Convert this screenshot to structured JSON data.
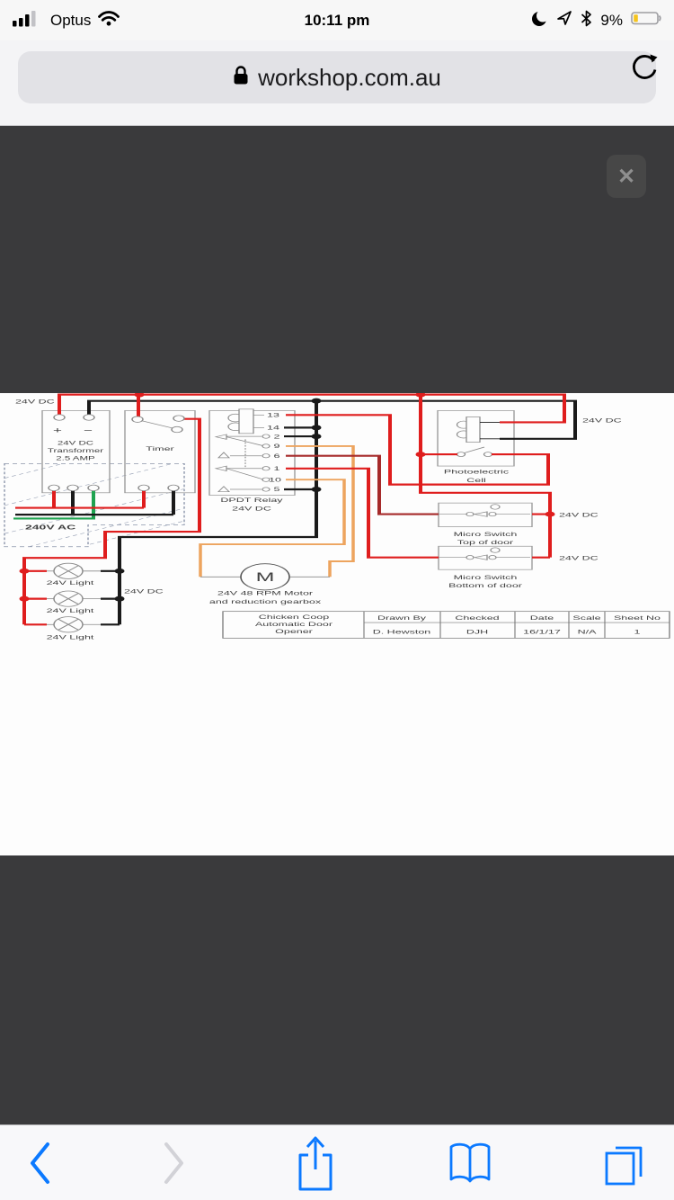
{
  "status_bar": {
    "carrier": "Optus",
    "time": "10:11 pm",
    "battery_percent": "9%",
    "icons": [
      "signal-bars-icon",
      "wifi-icon",
      "moon-icon",
      "location-arrow-icon",
      "bluetooth-icon",
      "battery-icon"
    ],
    "battery_color": "#f5c41e"
  },
  "address_bar": {
    "domain": "workshop.com.au"
  },
  "image_overlay": {
    "close_glyph": "✕"
  },
  "toolbar": {
    "icons": [
      "back-icon",
      "forward-icon",
      "share-icon",
      "bookmarks-icon",
      "tabs-icon"
    ],
    "accent": "#0b79ff",
    "disabled": "#d2d2d7"
  },
  "diagram": {
    "labels": {
      "dc_top": "24V DC",
      "dc_right": "24V DC",
      "dc_micro_top": "24V DC",
      "dc_micro_bottom": "24V DC",
      "dc_lights": "24V DC",
      "plus": "+",
      "minus": "−",
      "transformer_line1": "24V DC",
      "transformer_line2": "Transformer",
      "transformer_line3": "2.5 AMP",
      "timer": "Timer",
      "relay_line1": "DPDT Relay",
      "relay_line2": "24V DC",
      "photocell_line1": "Photoelectric",
      "photocell_line2": "Cell",
      "micro_top_line1": "Micro Switch",
      "micro_top_line2": "Top of door",
      "micro_bottom_line1": "Micro Switch",
      "micro_bottom_line2": "Bottom of door",
      "ac": "240V AC",
      "light": "24V Light",
      "motor_symbol": "M",
      "motor_line1": "24V 48 RPM Motor",
      "motor_line2": "and reduction gearbox"
    },
    "relay_terminals": [
      "13",
      "14",
      "2",
      "9",
      "6",
      "1",
      "10",
      "5"
    ],
    "title_block": {
      "name_line1": "Chicken Coop",
      "name_line2": "Automatic Door",
      "name_line3": "Opener",
      "headers": [
        "Drawn By",
        "Checked",
        "Date",
        "Scale",
        "Sheet No"
      ],
      "values": [
        "D. Hewston",
        "DJH",
        "16/1/17",
        "N/A",
        "1"
      ]
    },
    "wire_colors": {
      "red": "#df1d1d",
      "dark_red": "#a62a2a",
      "black": "#1a1a1a",
      "green": "#1fa350",
      "orange": "#eda45e"
    }
  }
}
